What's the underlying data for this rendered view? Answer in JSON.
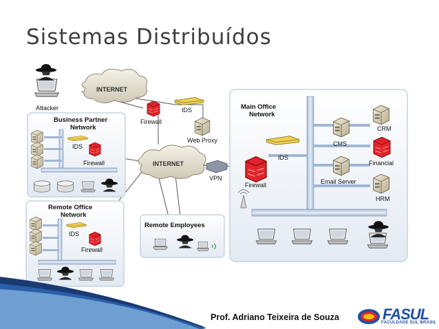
{
  "slide_title": "Sistemas Distribuídos",
  "footer_author": "Prof. Adriano Teixeira de Souza",
  "logo": {
    "name": "FASUL",
    "subtitle": "FACULDADE SUL BRASIL",
    "colors": [
      "#1f4fa3",
      "#e3262c",
      "#f3c300"
    ]
  },
  "diagram": {
    "attacker": "Attacker",
    "internet_top": "INTERNET",
    "internet_mid": "INTERNET",
    "business_partner": {
      "title_line1": "Business Partner",
      "title_line2": "Network",
      "ids": "IDS",
      "firewall": "Firewall"
    },
    "perimeter": {
      "firewall": "Firewall",
      "ids": "IDS",
      "web_proxy": "Web Proxy",
      "vpn": "VPN"
    },
    "remote_office": {
      "title_line1": "Remote Office",
      "title_line2": "Network",
      "ids": "IDS",
      "firewall": "Firewall"
    },
    "remote_employees": "Remote Employees",
    "main_office": {
      "title_line1": "Main Office",
      "title_line2": "Network",
      "ids": "IDS",
      "firewall": "Firewall",
      "servers": [
        "CRM",
        "CMS",
        "Financial",
        "Email Server",
        "HRM"
      ]
    }
  }
}
